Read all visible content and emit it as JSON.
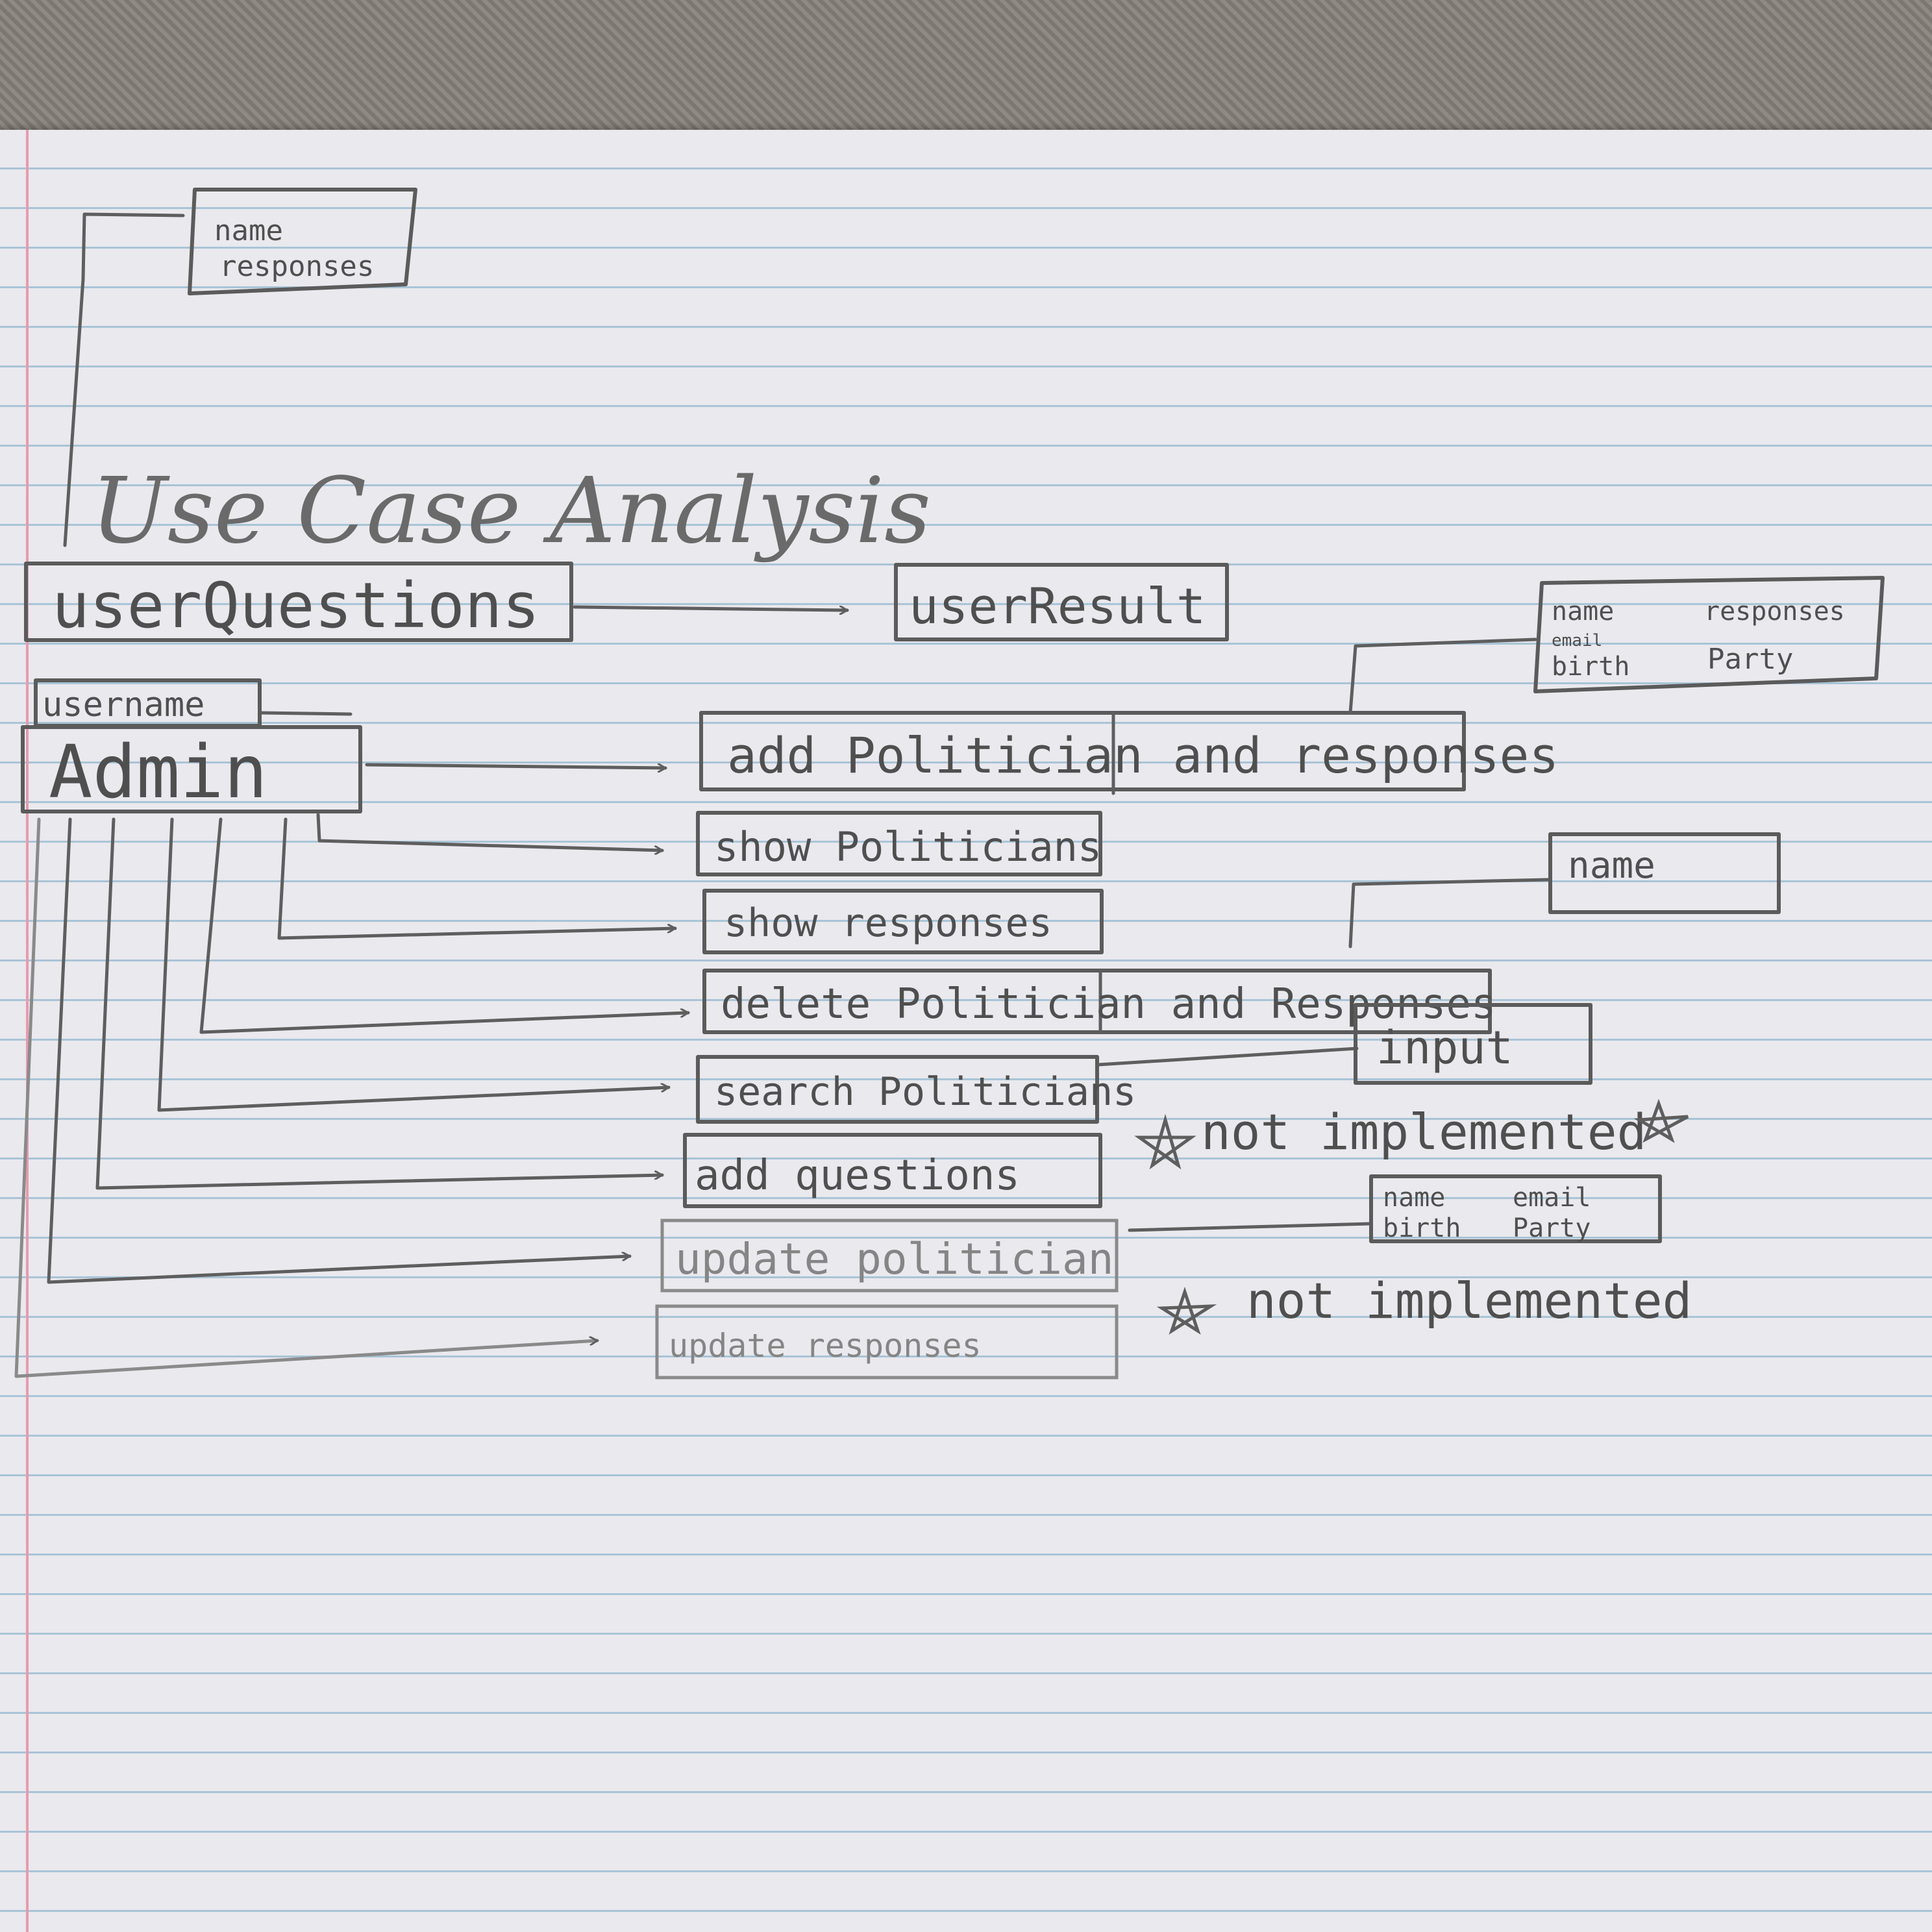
{
  "title": "Use Case Analysis",
  "top_note": [
    "name",
    "responses"
  ],
  "user_questions": "userQuestions",
  "user_result": "userResult",
  "username": "username",
  "admin": "Admin",
  "use_cases": [
    "add Politician and responses",
    "show Politicians",
    "show responses",
    "delete Politician and Responses",
    "search Politicians",
    "add questions",
    "update politician",
    "update responses"
  ],
  "detail_add": [
    "name",
    "responses",
    "email",
    "Party",
    "birth"
  ],
  "detail_show_responses": "name",
  "detail_search": "input",
  "detail_update": [
    "name",
    "email",
    "birth",
    "Party"
  ],
  "not_implemented_1": "not implemented",
  "not_implemented_2": "not implemented"
}
